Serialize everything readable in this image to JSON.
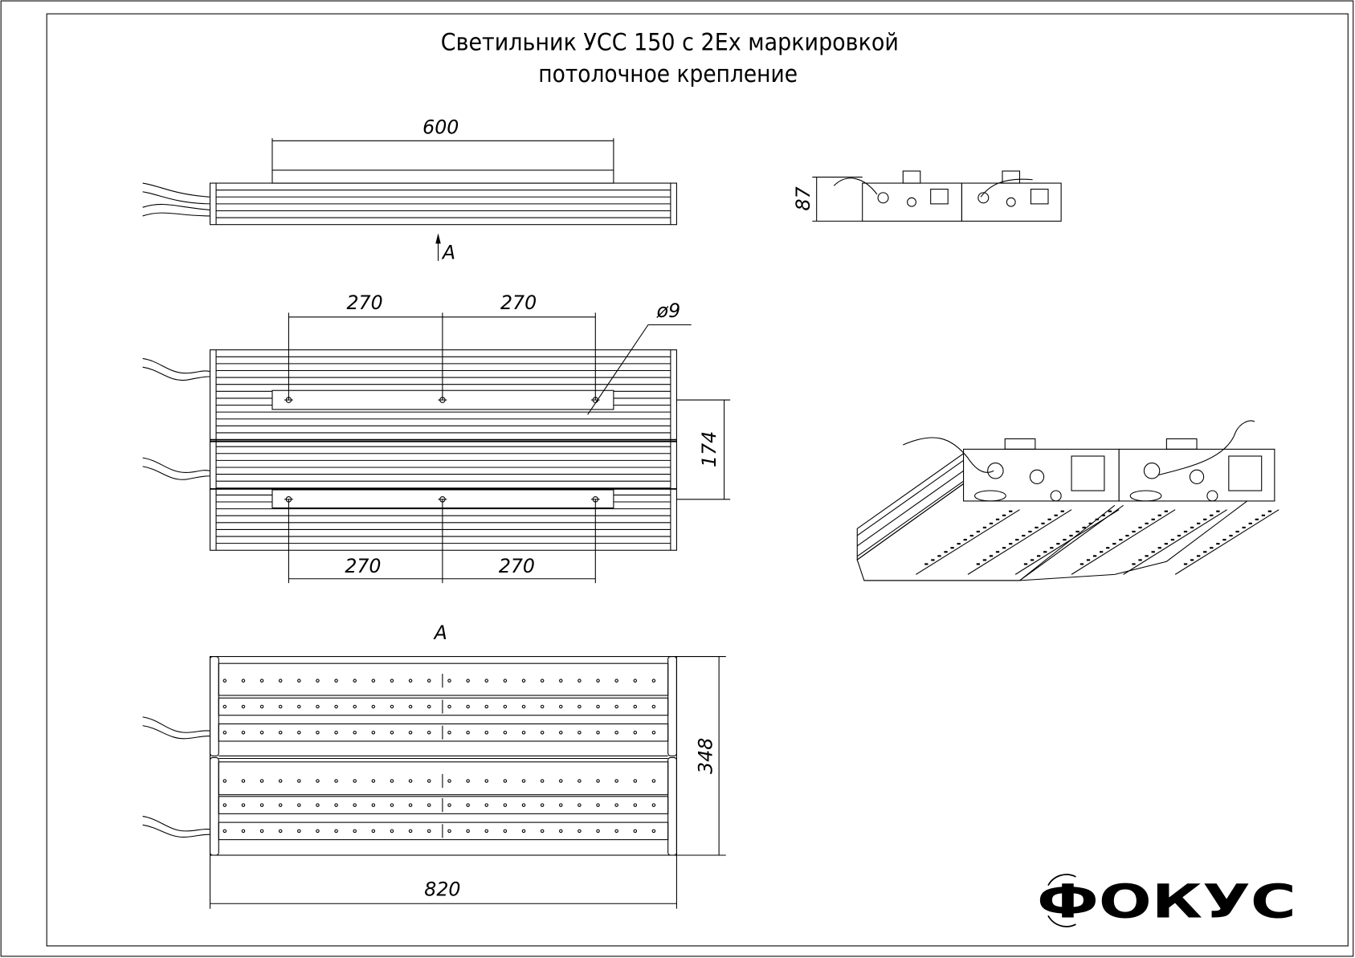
{
  "title": {
    "line1": "Светильник УСС 150 с 2Ex маркировкой",
    "line2": "потолочное крепление"
  },
  "views": {
    "arrow_label": "A",
    "view_label": "A"
  },
  "dimensions": {
    "bracket_length": "600",
    "hole_spacing_top_left": "270",
    "hole_spacing_top_right": "270",
    "hole_spacing_bottom_left": "270",
    "hole_spacing_bottom_right": "270",
    "hole_diameter": "ø9",
    "bracket_spacing": "174",
    "height": "87",
    "width": "348",
    "length": "820"
  },
  "logo": {
    "text": "ФОКУС"
  }
}
